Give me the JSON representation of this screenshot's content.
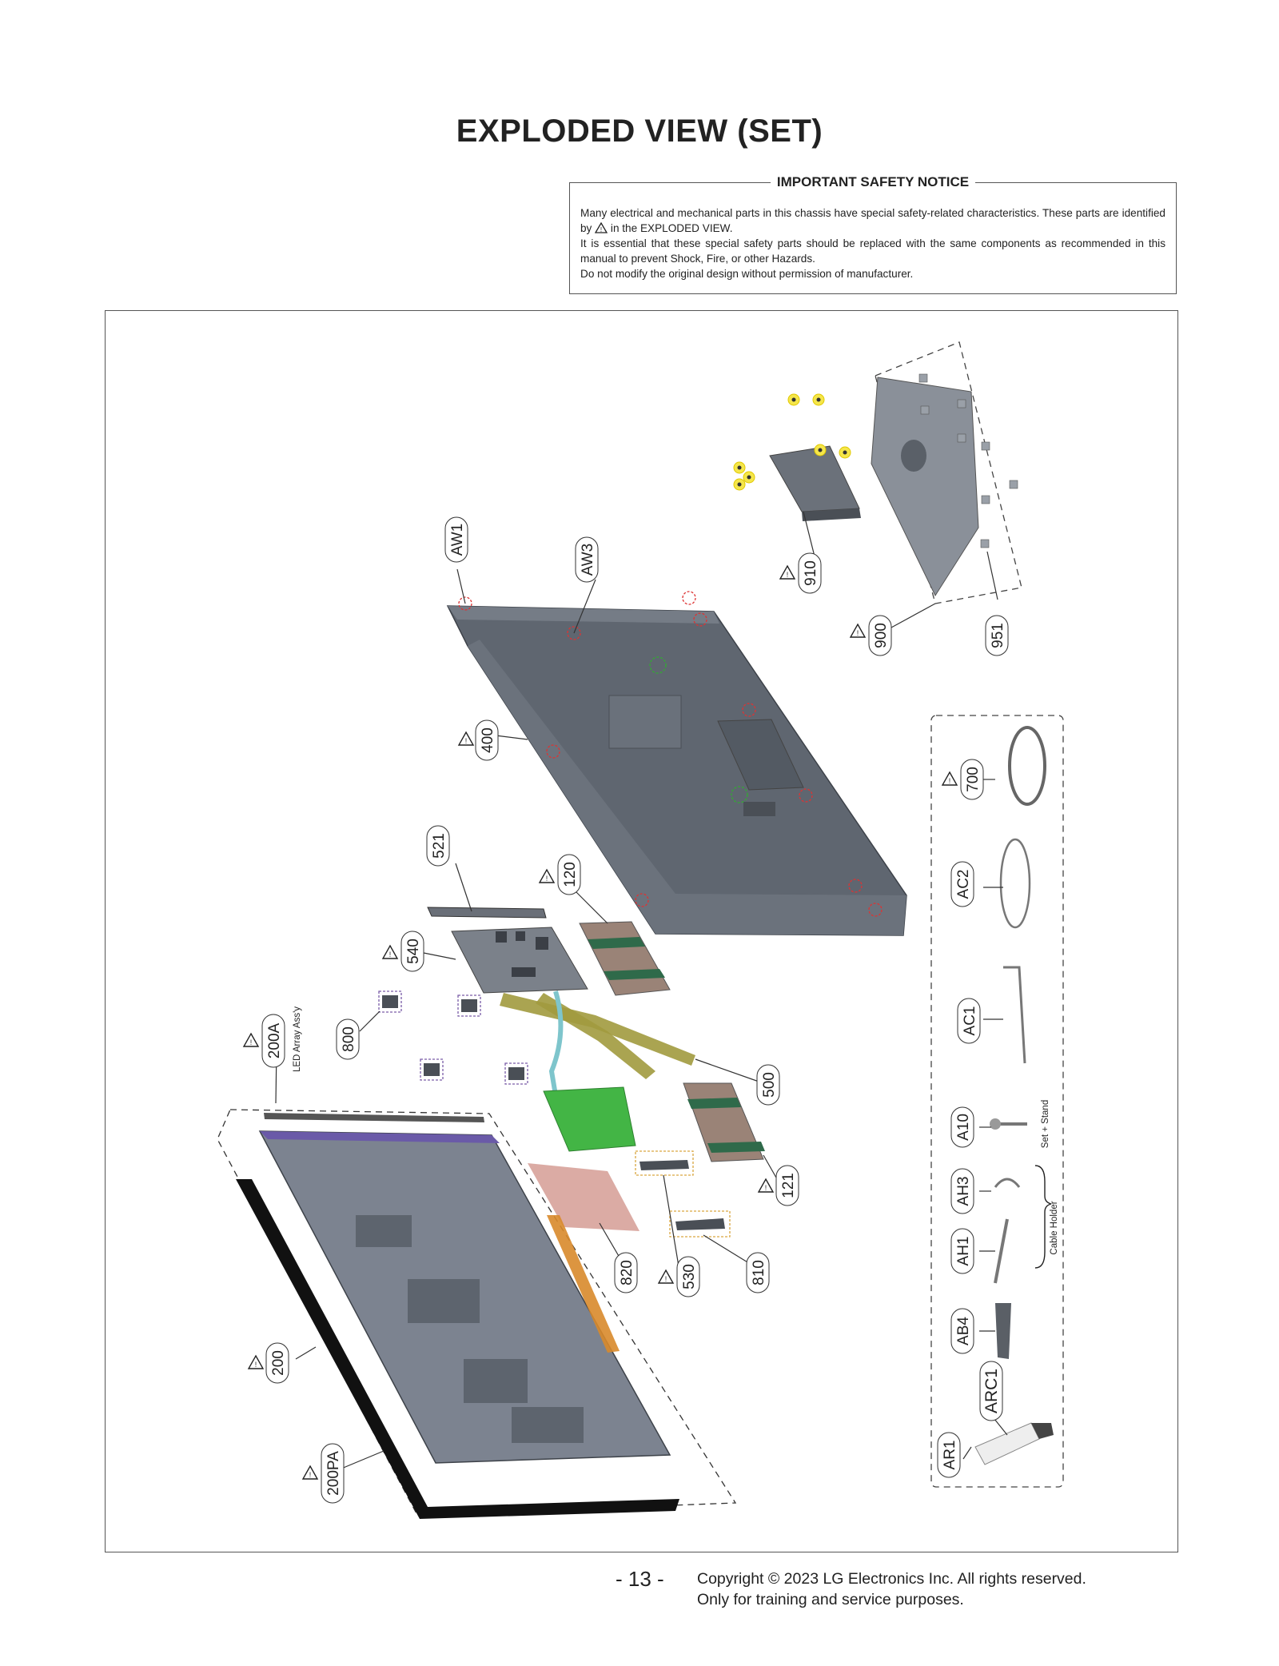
{
  "page": {
    "title": "EXPLODED VIEW (SET)",
    "page_number": "- 13 -",
    "copyright_line1": "Copyright © 2023 LG Electronics Inc. All rights reserved.",
    "copyright_line2": "Only for training and service purposes."
  },
  "notice": {
    "heading": "IMPORTANT SAFETY NOTICE",
    "line1a": "Many electrical and mechanical parts in this chassis have special safety-related characteristics. These parts are identified by",
    "line1b": "in the EXPLODED VIEW.",
    "line2": "It is essential that these special safety parts should be replaced with the same components as recommended in this manual to prevent Shock, Fire, or other Hazards.",
    "line3": "Do not modify the original design without permission of manufacturer."
  },
  "parts": {
    "aw1": "AW1",
    "aw3": "AW3",
    "p910": "910",
    "p900": "900",
    "p951": "951",
    "p400": "400",
    "p521": "521",
    "p120": "120",
    "p540": "540",
    "p800": "800",
    "p200a": "200A",
    "p200a_desc": "LED Array Ass'y",
    "p500": "500",
    "p121": "121",
    "p820": "820",
    "p530": "530",
    "p810": "810",
    "p200": "200",
    "p200pa": "200PA",
    "p700": "700",
    "ac2": "AC2",
    "ac1": "AC1",
    "a10": "A10",
    "a10_desc": "Set + Stand",
    "ah3": "AH3",
    "ah1": "AH1",
    "cable_holder": "Cable Holder",
    "ab4": "AB4",
    "arc1": "ARC1",
    "ar1": "AR1"
  }
}
